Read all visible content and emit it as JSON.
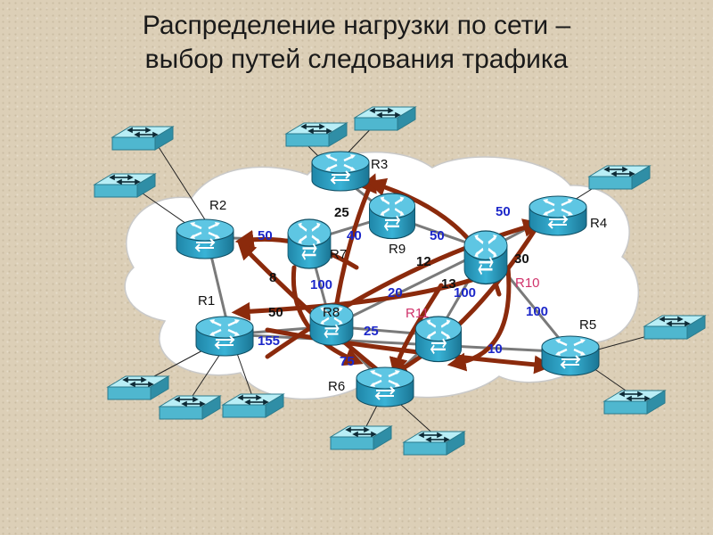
{
  "title": {
    "line1": "Распределение нагрузки по сети –",
    "line2": "выбор путей следования трафика"
  },
  "colors": {
    "cloud": "#ffffff",
    "router_fill": "#2fa6c9",
    "switch_fill": "#7fd6e6",
    "link_line": "#7a7a7a",
    "traffic_arrow": "#8b2a0c",
    "weight_blue": "#1c27c9",
    "weight_black": "#111111",
    "label_magenta": "#d0336b"
  },
  "routers": [
    {
      "id": "R1",
      "label": "R1"
    },
    {
      "id": "R2",
      "label": "R2"
    },
    {
      "id": "R3",
      "label": "R3"
    },
    {
      "id": "R4",
      "label": "R4"
    },
    {
      "id": "R5",
      "label": "R5"
    },
    {
      "id": "R6",
      "label": "R6"
    },
    {
      "id": "R7",
      "label": "R7"
    },
    {
      "id": "R8",
      "label": "R8"
    },
    {
      "id": "R9",
      "label": "R9"
    },
    {
      "id": "R10",
      "label": "R10"
    },
    {
      "id": "R11",
      "label": "R11"
    }
  ],
  "weights": [
    {
      "id": "w50a",
      "text": "50",
      "color": "blue"
    },
    {
      "id": "w25a",
      "text": "25",
      "color": "black"
    },
    {
      "id": "w40",
      "text": "40",
      "color": "blue"
    },
    {
      "id": "w50b",
      "text": "50",
      "color": "blue"
    },
    {
      "id": "w50c",
      "text": "50",
      "color": "blue"
    },
    {
      "id": "w12",
      "text": "12",
      "color": "black"
    },
    {
      "id": "w30",
      "text": "30",
      "color": "black"
    },
    {
      "id": "w8",
      "text": "8",
      "color": "black"
    },
    {
      "id": "w100a",
      "text": "100",
      "color": "blue"
    },
    {
      "id": "w20",
      "text": "20",
      "color": "blue"
    },
    {
      "id": "w13",
      "text": "13",
      "color": "black"
    },
    {
      "id": "w100b",
      "text": "100",
      "color": "blue"
    },
    {
      "id": "w50d",
      "text": "50",
      "color": "black"
    },
    {
      "id": "w100c",
      "text": "100",
      "color": "blue"
    },
    {
      "id": "w155",
      "text": "155",
      "color": "blue"
    },
    {
      "id": "w25b",
      "text": "25",
      "color": "blue"
    },
    {
      "id": "w75",
      "text": "75",
      "color": "blue"
    },
    {
      "id": "w10",
      "text": "10",
      "color": "blue"
    }
  ]
}
